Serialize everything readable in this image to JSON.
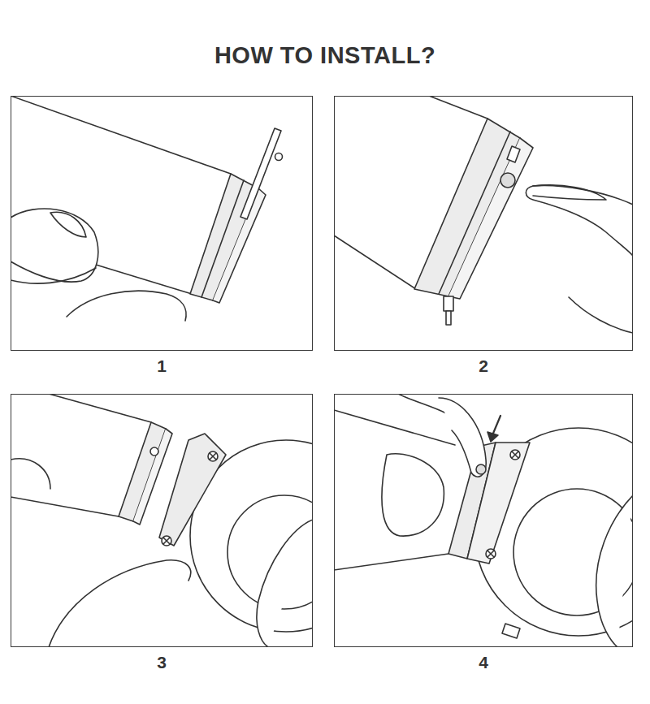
{
  "diagram": {
    "title": "HOW TO INSTALL?",
    "nodes": [
      {
        "text": [
          "1"
        ]
      },
      {
        "text": [
          "2"
        ]
      },
      {
        "text": [
          "3"
        ]
      },
      {
        "text": [
          "4"
        ]
      }
    ]
  }
}
